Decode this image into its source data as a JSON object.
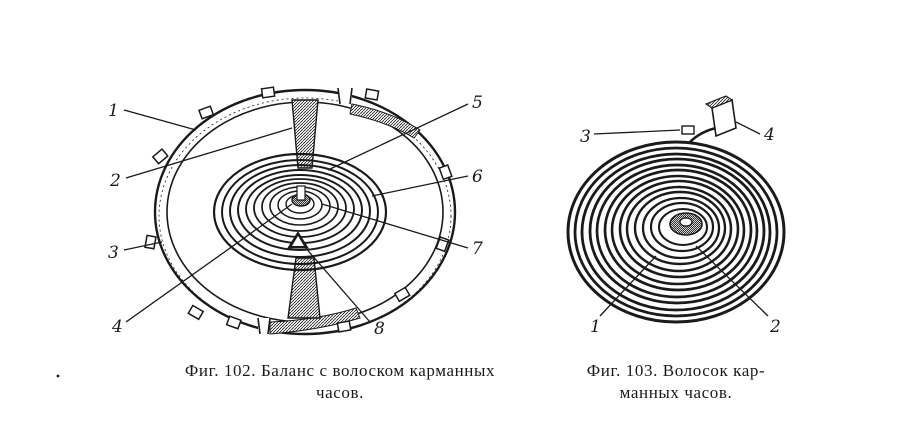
{
  "figure_102": {
    "caption_line1": "Фиг. 102. Баланс с волоском карманных",
    "caption_line2": "часов.",
    "callouts": [
      "1",
      "2",
      "3",
      "4",
      "5",
      "6",
      "7",
      "8"
    ]
  },
  "figure_103": {
    "caption_line1": "Фиг. 103. Волосок кар-",
    "caption_line2": "манных часов.",
    "callouts": [
      "1",
      "2",
      "3",
      "4"
    ]
  },
  "colors": {
    "ink": "#1a1a1a",
    "paper": "#ffffff"
  }
}
